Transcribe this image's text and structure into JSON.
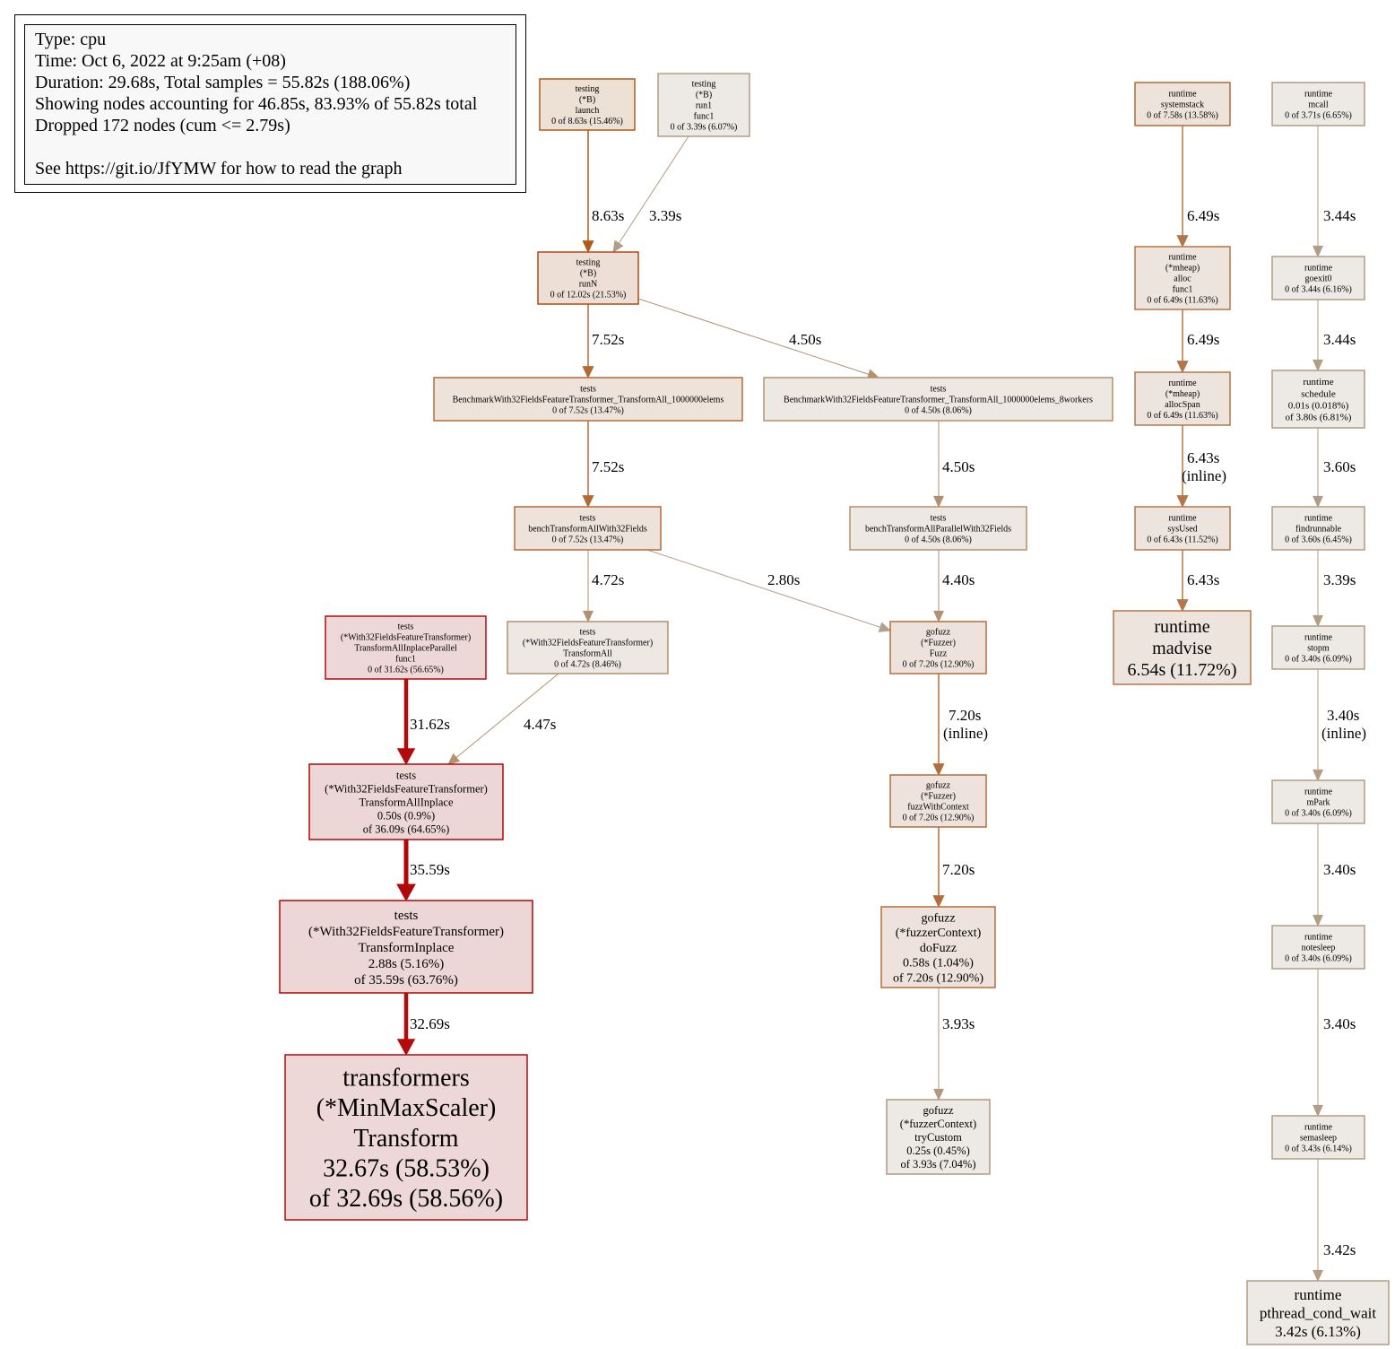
{
  "legend": {
    "type": "Type: cpu",
    "time": "Time: Oct 6, 2022 at 9:25am (+08)",
    "duration": "Duration: 29.68s, Total samples = 55.82s (188.06%)",
    "showing": "Showing nodes accounting for 46.85s, 83.93% of 55.82s total",
    "dropped": "Dropped 172 nodes (cum <= 2.79s)",
    "see": "See https://git.io/JfYMW for how to read the graph"
  },
  "nodes": [
    {
      "id": "launch",
      "lines": [
        "testing",
        "(*B)",
        "launch",
        "0 of 8.63s (15.46%)"
      ],
      "fill": "#ede0d5",
      "stroke": "#b25a17"
    },
    {
      "id": "run1",
      "lines": [
        "testing",
        "(*B)",
        "run1",
        "func1",
        "0 of 3.39s (6.07%)"
      ],
      "fill": "#ede9e4",
      "stroke": "#b29d86"
    },
    {
      "id": "runN",
      "lines": [
        "testing",
        "(*B)",
        "runN",
        "0 of 12.02s (21.53%)"
      ],
      "fill": "#eddfd5",
      "stroke": "#b24a11"
    },
    {
      "id": "bench1",
      "lines": [
        "tests",
        "BenchmarkWith32FieldsFeatureTransformer_TransformAll_1000000elems",
        "0 of 7.52s (13.47%)"
      ],
      "fill": "#ede3db",
      "stroke": "#b26b38"
    },
    {
      "id": "bench8",
      "lines": [
        "tests",
        "BenchmarkWith32FieldsFeatureTransformer_TransformAll_1000000elems_8workers",
        "0 of 4.50s (8.06%)"
      ],
      "fill": "#ede8e2",
      "stroke": "#b29172"
    },
    {
      "id": "benchAll",
      "lines": [
        "tests",
        "benchTransformAllWith32Fields",
        "0 of 7.52s (13.47%)"
      ],
      "fill": "#ede3db",
      "stroke": "#b26b38"
    },
    {
      "id": "benchPar",
      "lines": [
        "tests",
        "benchTransformAllParallelWith32Fields",
        "0 of 4.50s (8.06%)"
      ],
      "fill": "#ede8e2",
      "stroke": "#b29172"
    },
    {
      "id": "inplacePar",
      "lines": [
        "tests",
        "(*With32FieldsFeatureTransformer)",
        "TransformAllInplaceParallel",
        "func1",
        "0 of 31.62s (56.65%)"
      ],
      "fill": "#edd7d7",
      "stroke": "#b20b0b"
    },
    {
      "id": "transformAll",
      "lines": [
        "tests",
        "(*With32FieldsFeatureTransformer)",
        "TransformAll",
        "0 of 4.72s (8.46%)"
      ],
      "fill": "#ede8e2",
      "stroke": "#b29171"
    },
    {
      "id": "fuzz",
      "lines": [
        "gofuzz",
        "(*Fuzzer)",
        "Fuzz",
        "0 of 7.20s (12.90%)"
      ],
      "fill": "#ede3dc",
      "stroke": "#b26f3c"
    },
    {
      "id": "allInplace",
      "lines": [
        "tests",
        "(*With32FieldsFeatureTransformer)",
        "TransformAllInplace",
        "0.50s (0.9%)",
        "of 36.09s (64.65%)"
      ],
      "fill": "#edd6d6",
      "stroke": "#b20606"
    },
    {
      "id": "fuzzCtx",
      "lines": [
        "gofuzz",
        "(*Fuzzer)",
        "fuzzWithContext",
        "0 of 7.20s (12.90%)"
      ],
      "fill": "#ede3dc",
      "stroke": "#b26f3c"
    },
    {
      "id": "inplace",
      "lines": [
        "tests",
        "(*With32FieldsFeatureTransformer)",
        "TransformInplace",
        "2.88s (5.16%)",
        "of 35.59s (63.76%)"
      ],
      "fill": "#edd6d6",
      "stroke": "#b20707"
    },
    {
      "id": "doFuzz",
      "lines": [
        "gofuzz",
        "(*fuzzerContext)",
        "doFuzz",
        "0.58s (1.04%)",
        "of 7.20s (12.90%)"
      ],
      "fill": "#ede3dc",
      "stroke": "#b26f3c"
    },
    {
      "id": "mms",
      "lines": [
        "transformers",
        "(*MinMaxScaler)",
        "Transform",
        "32.67s (58.53%)",
        "of 32.69s (58.56%)"
      ],
      "fill": "#edd7d7",
      "stroke": "#b20c0c"
    },
    {
      "id": "tryCustom",
      "lines": [
        "gofuzz",
        "(*fuzzerContext)",
        "tryCustom",
        "0.25s (0.45%)",
        "of 3.93s (7.04%)"
      ],
      "fill": "#ede9e4",
      "stroke": "#b29a81"
    },
    {
      "id": "systemstack",
      "lines": [
        "runtime",
        "systemstack",
        "0 of 7.58s (13.58%)"
      ],
      "fill": "#ede3db",
      "stroke": "#b26a37"
    },
    {
      "id": "allocFunc1",
      "lines": [
        "runtime",
        "(*mheap)",
        "alloc",
        "func1",
        "0 of 6.49s (11.63%)"
      ],
      "fill": "#ede4dd",
      "stroke": "#b27749"
    },
    {
      "id": "allocSpan",
      "lines": [
        "runtime",
        "(*mheap)",
        "allocSpan",
        "0 of 6.49s (11.63%)"
      ],
      "fill": "#ede4dd",
      "stroke": "#b27749"
    },
    {
      "id": "sysUsed",
      "lines": [
        "runtime",
        "sysUsed",
        "0 of 6.43s (11.52%)"
      ],
      "fill": "#ede4dd",
      "stroke": "#b2774a"
    },
    {
      "id": "madvise",
      "lines": [
        "runtime",
        "madvise",
        "6.54s (11.72%)"
      ],
      "fill": "#ede4dd",
      "stroke": "#b27648"
    },
    {
      "id": "mcall",
      "lines": [
        "runtime",
        "mcall",
        "0 of 3.71s (6.65%)"
      ],
      "fill": "#ede9e4",
      "stroke": "#b29b83"
    },
    {
      "id": "goexit0",
      "lines": [
        "runtime",
        "goexit0",
        "0 of 3.44s (6.16%)"
      ],
      "fill": "#ede9e4",
      "stroke": "#b29d85"
    },
    {
      "id": "schedule",
      "lines": [
        "runtime",
        "schedule",
        "0.01s (0.018%)",
        "of 3.80s (6.81%)"
      ],
      "fill": "#ede9e4",
      "stroke": "#b29a80"
    },
    {
      "id": "findrunnable",
      "lines": [
        "runtime",
        "findrunnable",
        "0 of 3.60s (6.45%)"
      ],
      "fill": "#ede9e4",
      "stroke": "#b29b84"
    },
    {
      "id": "stopm",
      "lines": [
        "runtime",
        "stopm",
        "0 of 3.40s (6.09%)"
      ],
      "fill": "#ede9e4",
      "stroke": "#b29d86"
    },
    {
      "id": "mPark",
      "lines": [
        "runtime",
        "mPark",
        "0 of 3.40s (6.09%)"
      ],
      "fill": "#ede9e4",
      "stroke": "#b29d86"
    },
    {
      "id": "notesleep",
      "lines": [
        "runtime",
        "notesleep",
        "0 of 3.40s (6.09%)"
      ],
      "fill": "#ede9e4",
      "stroke": "#b29d86"
    },
    {
      "id": "semasleep",
      "lines": [
        "runtime",
        "semasleep",
        "0 of 3.43s (6.14%)"
      ],
      "fill": "#ede9e4",
      "stroke": "#b29d85"
    },
    {
      "id": "pthread",
      "lines": [
        "runtime",
        "pthread_cond_wait",
        "3.42s (6.13%)"
      ],
      "fill": "#ede9e4",
      "stroke": "#b29d85"
    }
  ],
  "edges": [
    {
      "from": "launch",
      "to": "runN",
      "label": [
        "8.63s"
      ],
      "color": "#b25a17"
    },
    {
      "from": "run1",
      "to": "runN",
      "label": [
        "3.39s"
      ],
      "color": "#b29d86"
    },
    {
      "from": "runN",
      "to": "bench1",
      "label": [
        "7.52s"
      ],
      "color": "#b26b38"
    },
    {
      "from": "runN",
      "to": "bench8",
      "label": [
        "4.50s"
      ],
      "color": "#b29172"
    },
    {
      "from": "bench1",
      "to": "benchAll",
      "label": [
        "7.52s"
      ],
      "color": "#b26b38"
    },
    {
      "from": "bench8",
      "to": "benchPar",
      "label": [
        "4.50s"
      ],
      "color": "#b29172"
    },
    {
      "from": "benchAll",
      "to": "transformAll",
      "label": [
        "4.72s"
      ],
      "color": "#b29171"
    },
    {
      "from": "benchAll",
      "to": "fuzz",
      "label": [
        "2.80s"
      ],
      "color": "#b2a18f"
    },
    {
      "from": "benchPar",
      "to": "fuzz",
      "label": [
        "4.40s"
      ],
      "color": "#b29274"
    },
    {
      "from": "inplacePar",
      "to": "allInplace",
      "label": [
        "31.62s"
      ],
      "color": "#b20b0b"
    },
    {
      "from": "transformAll",
      "to": "allInplace",
      "label": [
        "4.47s"
      ],
      "color": "#b29273"
    },
    {
      "from": "fuzz",
      "to": "fuzzCtx",
      "label": [
        "7.20s",
        "(inline)"
      ],
      "color": "#b26f3c"
    },
    {
      "from": "allInplace",
      "to": "inplace",
      "label": [
        "35.59s"
      ],
      "color": "#b20707"
    },
    {
      "from": "fuzzCtx",
      "to": "doFuzz",
      "label": [
        "7.20s"
      ],
      "color": "#b26f3c"
    },
    {
      "from": "inplace",
      "to": "mms",
      "label": [
        "32.69s"
      ],
      "color": "#b20c0c"
    },
    {
      "from": "doFuzz",
      "to": "tryCustom",
      "label": [
        "3.93s"
      ],
      "color": "#b29a81"
    },
    {
      "from": "systemstack",
      "to": "allocFunc1",
      "label": [
        "6.49s"
      ],
      "color": "#b27749"
    },
    {
      "from": "allocFunc1",
      "to": "allocSpan",
      "label": [
        "6.49s"
      ],
      "color": "#b27749"
    },
    {
      "from": "allocSpan",
      "to": "sysUsed",
      "label": [
        "6.43s",
        "(inline)"
      ],
      "color": "#b2774a"
    },
    {
      "from": "sysUsed",
      "to": "madvise",
      "label": [
        "6.43s"
      ],
      "color": "#b2774a"
    },
    {
      "from": "mcall",
      "to": "goexit0",
      "label": [
        "3.44s"
      ],
      "color": "#b29d85"
    },
    {
      "from": "goexit0",
      "to": "schedule",
      "label": [
        "3.44s"
      ],
      "color": "#b29d85"
    },
    {
      "from": "schedule",
      "to": "findrunnable",
      "label": [
        "3.60s"
      ],
      "color": "#b29b84"
    },
    {
      "from": "findrunnable",
      "to": "stopm",
      "label": [
        "3.39s"
      ],
      "color": "#b29d86"
    },
    {
      "from": "stopm",
      "to": "mPark",
      "label": [
        "3.40s",
        "(inline)"
      ],
      "color": "#b29d86"
    },
    {
      "from": "mPark",
      "to": "notesleep",
      "label": [
        "3.40s"
      ],
      "color": "#b29d86"
    },
    {
      "from": "notesleep",
      "to": "semasleep",
      "label": [
        "3.40s"
      ],
      "color": "#b29d86"
    },
    {
      "from": "semasleep",
      "to": "pthread",
      "label": [
        "3.42s"
      ],
      "color": "#b29d85"
    }
  ]
}
